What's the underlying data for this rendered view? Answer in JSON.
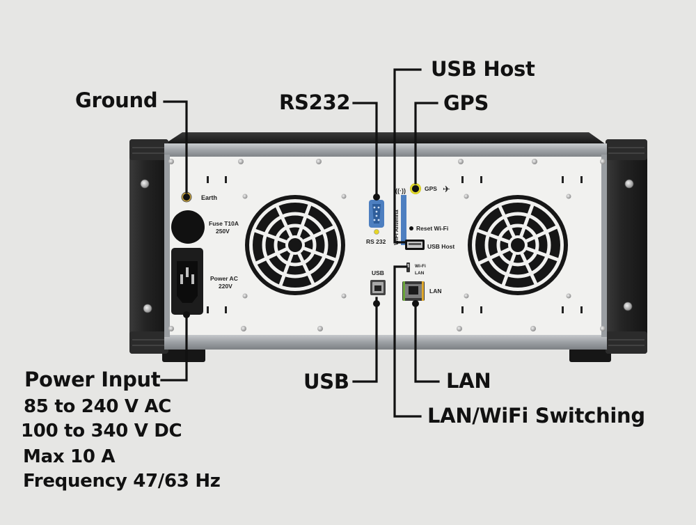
{
  "callouts": {
    "ground": "Ground",
    "rs232": "RS232",
    "usb_host": "USB Host",
    "gps": "GPS",
    "power_input": "Power Input",
    "usb": "USB",
    "lan": "LAN",
    "lan_wifi_switching": "LAN/WiFi Switching"
  },
  "specs": [
    "85 to 240 V AC",
    "100 to 340 V DC",
    "Max 10 A",
    "Frequency 47/63 Hz"
  ],
  "panel_labels": {
    "earth": "Earth",
    "fuse_line1": "Fuse T10A",
    "fuse_line2": "250V",
    "power_ac_line1": "Power AC",
    "power_ac_line2": "220V",
    "rs232_port": "RS 232",
    "wifi_antenna": "WiFi Antenna",
    "gps_port": "GPS",
    "reset_wifi": "Reset Wi-Fi",
    "usb_host_port": "USB Host",
    "usb_port": "USB",
    "switch_wifi": "Wi-Fi",
    "switch_lan": "LAN",
    "lan_port": "LAN"
  },
  "colors": {
    "background": "#e6e6e4",
    "panel_face": "#f1f1ef",
    "chassis_black": "#1e1e1e",
    "frame_grey": "#9fa3a6",
    "db9_blue": "#4d7fc0",
    "gps_yellow": "#e8df2a",
    "callout_line": "#111111"
  }
}
